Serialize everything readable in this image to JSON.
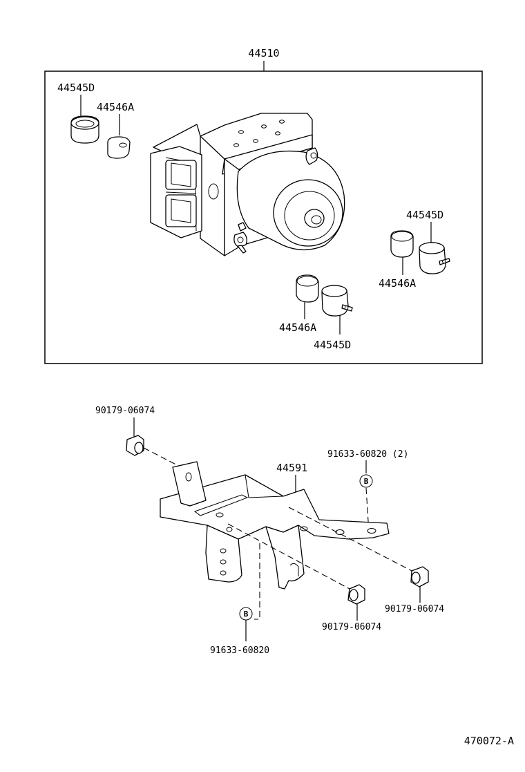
{
  "labels": {
    "assembly": "44510",
    "seat_d_topleft": "44545D",
    "cushion_a_topleft": "44546A",
    "seat_d_right": "44545D",
    "cushion_a_right": "44546A",
    "cushion_a_bottom": "44546A",
    "seat_d_bottom": "44545D",
    "nut_top": "90179-06074",
    "bracket": "44591",
    "bolt_b_top": "91633-60820 (2)",
    "nut_right": "90179-06074",
    "nut_bottom": "90179-06074",
    "bolt_b_bottom": "91633-60820",
    "b_marker": "B",
    "drawing_number": "470072-A"
  },
  "colors": {
    "line": "#000000",
    "background": "#ffffff"
  }
}
